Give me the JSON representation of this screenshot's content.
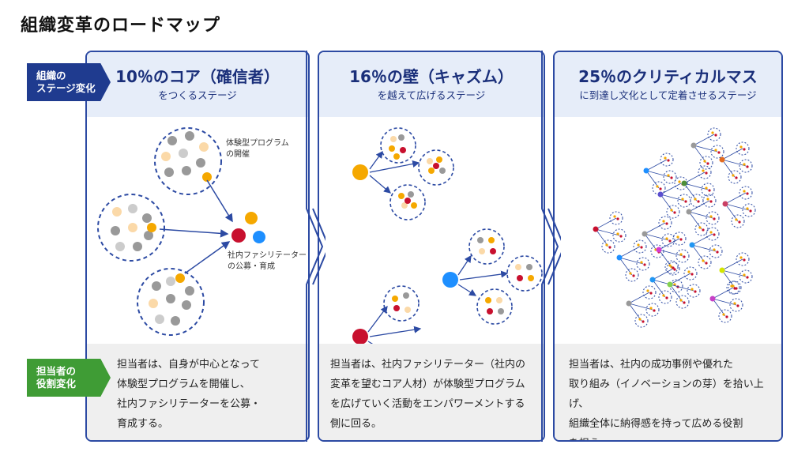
{
  "page_title": "組織変革のロードマップ",
  "row_labels": {
    "stage": [
      "組織の",
      "ステージ変化"
    ],
    "role": [
      "担当者の",
      "役割変化"
    ]
  },
  "panels": [
    {
      "title": "10％のコア（確信者）",
      "subtitle": "をつくるステージ",
      "annotations": {
        "program": [
          "体験型プログラム",
          "の開催"
        ],
        "facilitator": [
          "社内ファシリテーター",
          "の公募・育成"
        ]
      },
      "description": [
        "担当者は、自身が中心となって",
        "体験型プログラムを開催し、",
        "社内ファシリテーターを公募・",
        "育成する。"
      ]
    },
    {
      "title": "16％の壁（キャズム）",
      "subtitle": "を越えて広げるステージ",
      "description": [
        "担当者は、社内ファシリテーター（社内の",
        "変革を望むコア人材）が体験型プログラム",
        "を広げていく活動をエンパワーメントする",
        "側に回る。"
      ]
    },
    {
      "title": "25％のクリティカルマス",
      "subtitle": "に到達し文化として定着させるステージ",
      "description": [
        "担当者は、社内の成功事例や優れた",
        "取り組み（イノベーションの芽）を拾い上げ、",
        "組織全体に納得感を持って広める役割",
        "を担う。"
      ]
    }
  ],
  "colors": {
    "navy": "#1f3b8f",
    "green": "#3f9c35",
    "red": "#c8102e",
    "orange": "#f5a800",
    "blue": "#1e8fff",
    "gray": "#999999",
    "peach": "#fbd9a8"
  }
}
